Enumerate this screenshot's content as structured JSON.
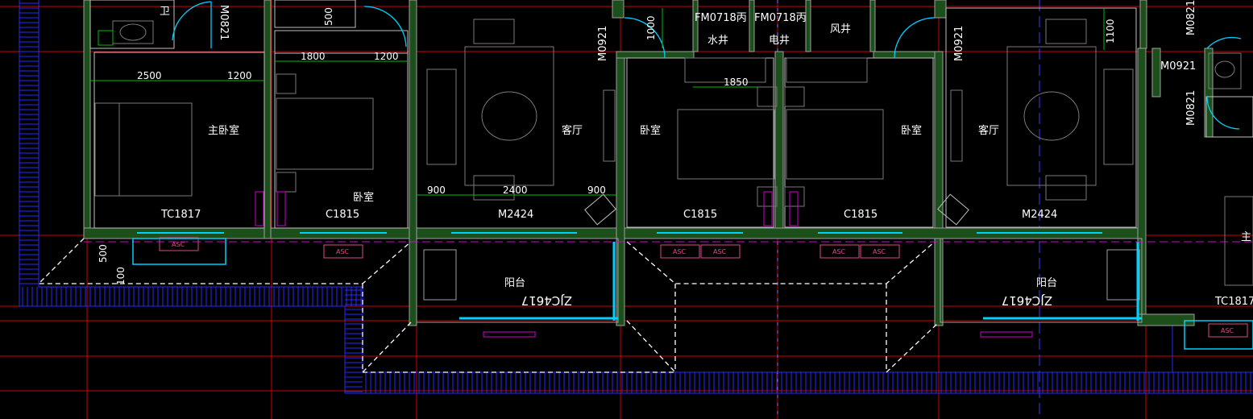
{
  "drawing": {
    "colors": {
      "background": "#000000",
      "wall": "#9e9e9e",
      "wall_fill": "#1f5f1f",
      "axis_red": "#d00000",
      "axis_blue": "#2a2aff",
      "dim_green": "#00c000",
      "furniture": "#7a7a7a",
      "window_cyan": "#00d0ff",
      "magenta": "#d000d0",
      "text": "#ffffff"
    },
    "rooms": {
      "bath": "卫",
      "master_left": "主卧室",
      "bed_left": "卧室",
      "living_left": "客厅",
      "bed_mid_left": "卧室",
      "bed_mid_right": "卧室",
      "living_right": "客厅",
      "master_right": "主",
      "balcony_left": "阳台",
      "balcony_right": "阳台",
      "shaft_water": "水井",
      "shaft_elec": "电井",
      "shaft_air": "风井"
    },
    "doors": {
      "m0821_top": "M0821",
      "m0921_left": "M0921",
      "m0921_mid": "M0921",
      "m0921_right": "M0921",
      "m0821_right_top": "M0821",
      "m0821_right_bottom": "M0821",
      "fm_water": "FM0718丙",
      "fm_elec": "FM0718丙"
    },
    "windows": {
      "tc_left": "TC1817",
      "c1815_a": "C1815",
      "m2424_left": "M2424",
      "c1815_b": "C1815",
      "c1815_c": "C1815",
      "m2424_right": "M2424",
      "tc_right": "TC1817"
    },
    "balcony_tags": {
      "left": "ZJC4617",
      "right": "ZJC4617"
    },
    "ac_tags": [
      "ASC",
      "ASC",
      "ASC",
      "ASC",
      "ASC",
      "ASC",
      "ASC"
    ],
    "dimensions": {
      "d2500": "2500",
      "d1200a": "1200",
      "d1800": "1800",
      "d1200b": "1200",
      "d500_top": "500",
      "d1000": "1000",
      "d1850": "1850",
      "d1100": "1100",
      "d900a": "900",
      "d2400": "2400",
      "d900b": "900",
      "d500_side": "500",
      "d100": "100"
    }
  }
}
